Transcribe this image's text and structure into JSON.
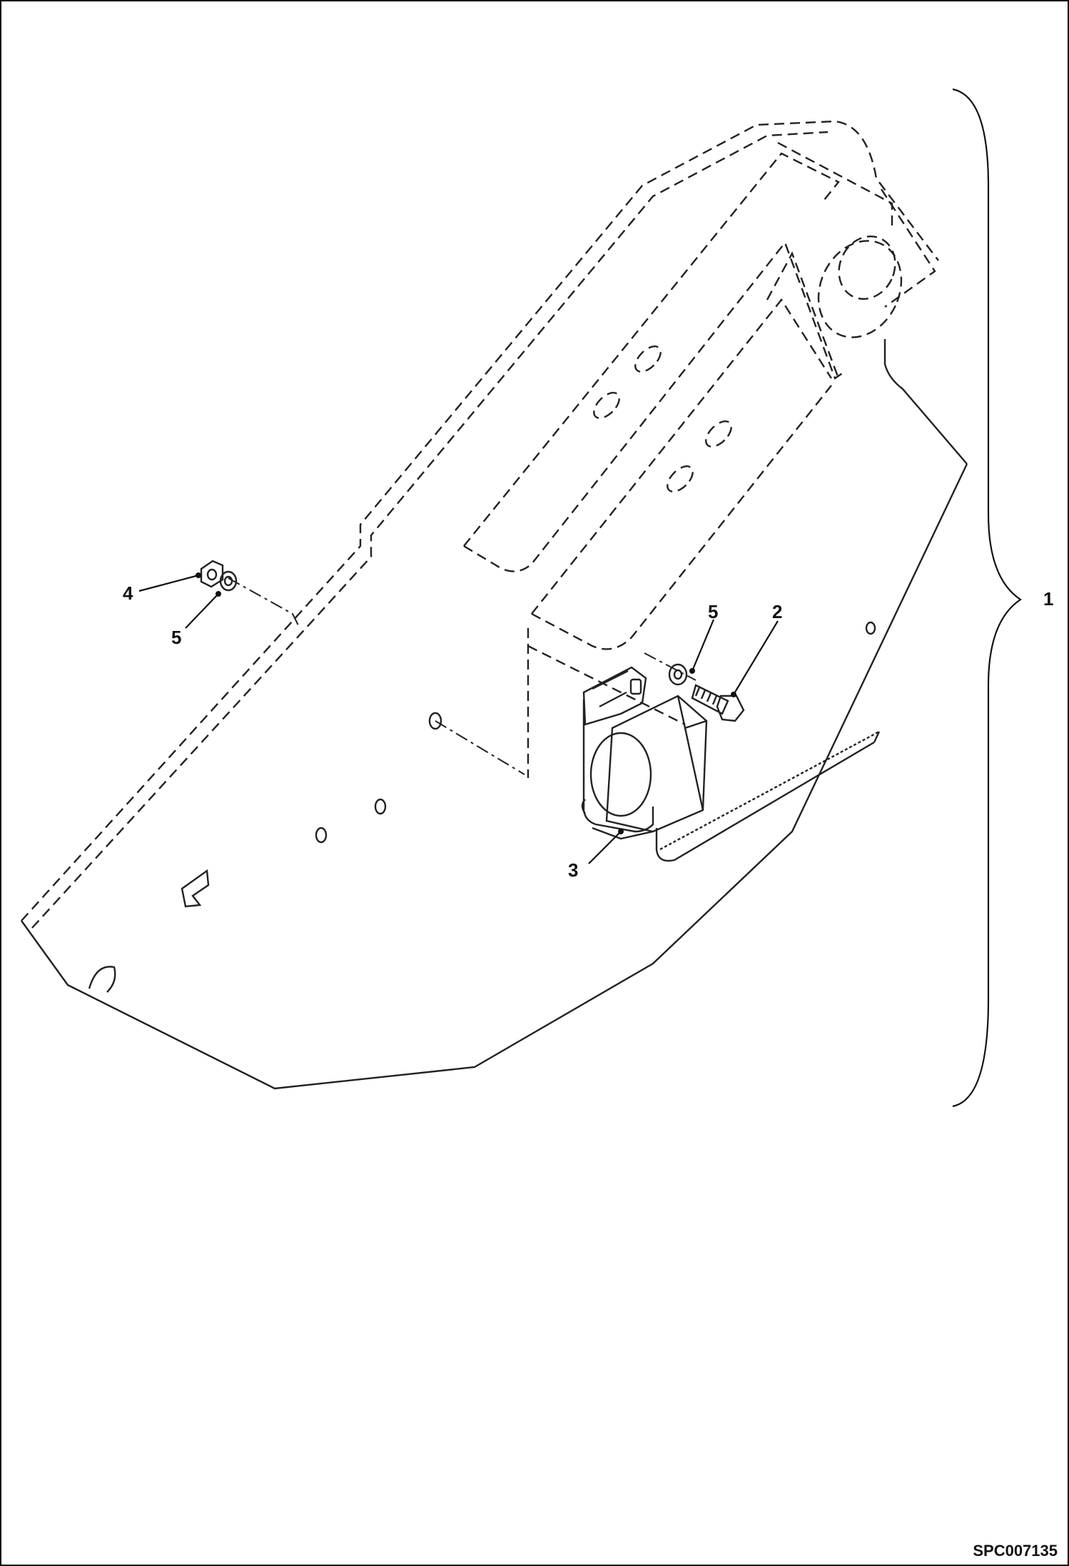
{
  "callouts": {
    "assembly": "1",
    "bolt": "2",
    "alarm": "3",
    "nut": "4",
    "washer_left": "5",
    "washer_right": "5"
  },
  "drawing_code": "SPC007135",
  "colors": {
    "line": "#222222",
    "background": "#ffffff"
  },
  "icons": [
    "bolt-icon",
    "nut-icon",
    "washer-icon",
    "backup-alarm-icon",
    "cable-tie-icon"
  ]
}
